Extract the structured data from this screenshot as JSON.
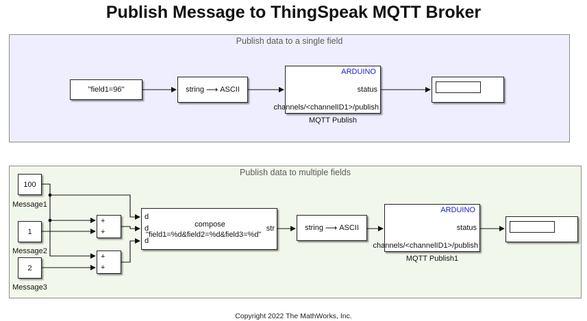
{
  "title": "Publish Message to ThingSpeak MQTT Broker",
  "colors": {
    "single_area_bg": "#eeeeff",
    "multi_area_bg": "#f2f7ec",
    "brand": "#1a1acc",
    "line": "#111111"
  },
  "single": {
    "label": "Publish data to a single field",
    "constant": "\"field1=96\"",
    "converter": {
      "left": "string",
      "right": "ASCII"
    },
    "mqtt": {
      "brand": "ARDUINO",
      "port": "status",
      "topic": "channels/<channelID1>/publish",
      "name": "MQTT Publish"
    }
  },
  "multi": {
    "label": "Publish data to multiple fields",
    "messages": [
      {
        "value": "100",
        "name": "Message1"
      },
      {
        "value": "1",
        "name": "Message2"
      },
      {
        "value": "2",
        "name": "Message3"
      }
    ],
    "sum_sign": "+",
    "compose": {
      "title": "compose",
      "inputs": [
        "d",
        "d",
        "d"
      ],
      "format": "\"field1=%d&field2=%d&field3=%d\"",
      "output": "str"
    },
    "converter": {
      "left": "string",
      "right": "ASCII"
    },
    "mqtt": {
      "brand": "ARDUINO",
      "port": "status",
      "topic": "channels/<channelID1>/publish",
      "name": "MQTT Publish1"
    }
  },
  "footer": "Copyright 2022 The MathWorks, Inc."
}
